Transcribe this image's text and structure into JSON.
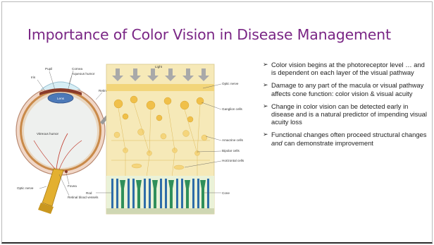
{
  "slide": {
    "title": "Importance of Color Vision in Disease Management",
    "bullets": [
      {
        "text": "Color vision begins at the photoreceptor level … and is dependent on each layer of the visual pathway"
      },
      {
        "text": "Damage to any part of the macula or visual pathway affects cone function: color vision & visual acuity"
      },
      {
        "text": "Change in color vision can be detected early in disease and is a natural predictor of impending visual acuity loss"
      },
      {
        "pre": "Functional changes often proceed structural changes ",
        "em": "and",
        "post": " can demonstrate improvement"
      }
    ],
    "bullet_glyph": "➢"
  },
  "eye_diagram": {
    "labels": {
      "iris": "Iris",
      "pupil": "Pupil",
      "cornea": "Cornea",
      "aqueous": "Aqueous humor",
      "lens": "Lens",
      "retina": "Retina",
      "vitreous": "Vitreous humor",
      "optic_nerve": "Optic nerve",
      "fovea": "Fovea",
      "retinal_vessels": "Retinal blood vessels"
    }
  },
  "retina_diagram": {
    "labels": {
      "light": "Light",
      "optic_nerve": "Optic nerve",
      "ganglion": "Ganglion cells",
      "amacrine": "Amacrine cells",
      "bipolar": "Bipolar cells",
      "horizontal": "Horizontal cells",
      "rod": "Rod",
      "cone": "Cone"
    }
  },
  "colors": {
    "title": "#7a2685",
    "retina_bg": "#f6e9b8",
    "rod": "#2e6da8",
    "cone": "#2f8f5a",
    "nerve": "#e3b030",
    "sclera": "#f1d7c7"
  }
}
